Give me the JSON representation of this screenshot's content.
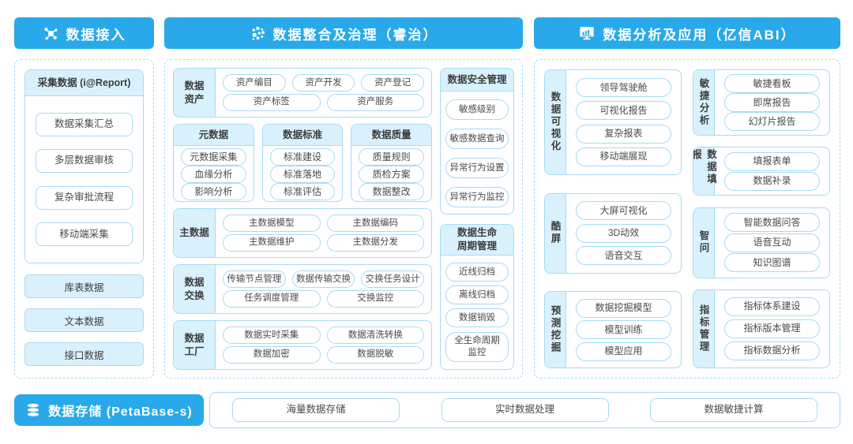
{
  "colors": {
    "accent": "#29A9E9",
    "light_fill": "#D9F1FC",
    "border": "#A5DBF3"
  },
  "header_bars": {
    "access": {
      "label": "数据接入"
    },
    "governance": {
      "label": "数据整合及治理（睿治）"
    },
    "analysis": {
      "label": "数据分析及应用（亿信ABI）"
    }
  },
  "access_panel": {
    "report_box": {
      "title": "采集数据 (i@Report)",
      "items": [
        "数据采集汇总",
        "多层数据审核",
        "复杂审批流程",
        "移动端采集"
      ]
    },
    "sources": [
      "库表数据",
      "文本数据",
      "接口数据"
    ]
  },
  "governance_panel": {
    "asset": {
      "label": "数据资产",
      "row1": [
        "资产编目",
        "资产开发",
        "资产登记"
      ],
      "row2": [
        "资产标签",
        "资产服务"
      ]
    },
    "metadata": {
      "title": "元数据",
      "items": [
        "元数据采集",
        "血缘分析",
        "影响分析"
      ]
    },
    "standard": {
      "title": "数据标准",
      "items": [
        "标准建设",
        "标准落地",
        "标准评估"
      ]
    },
    "quality": {
      "title": "数据质量",
      "items": [
        "质量规则",
        "质检方案",
        "数据整改"
      ]
    },
    "master": {
      "label": "主数据",
      "row1": [
        "主数据模型",
        "主数据编码"
      ],
      "row2": [
        "主数据维护",
        "主数据分发"
      ]
    },
    "exchange": {
      "label": "数据交换",
      "row1": [
        "传输节点管理",
        "数据传输交换",
        "交换任务设计"
      ],
      "row2": [
        "任务调度管理",
        "交换监控"
      ]
    },
    "factory": {
      "label": "数据工厂",
      "row1": [
        "数据实时采集",
        "数据清洗转换"
      ],
      "row2": [
        "数据加密",
        "数据脱敏"
      ]
    },
    "security": {
      "title": "数据安全管理",
      "items": [
        "敏感级别",
        "敏感数据查询",
        "异常行为设置",
        "异常行为监控"
      ]
    },
    "lifecycle": {
      "title": "数据生命周期管理",
      "items": [
        "近线归档",
        "离线归档",
        "数据销毁",
        "全生命周期监控"
      ]
    }
  },
  "analysis_panel": {
    "visualization": {
      "label": "数据可视化",
      "items": [
        "领导驾驶舱",
        "可视化报告",
        "复杂报表",
        "移动端展现"
      ]
    },
    "coolscreen": {
      "label": "酷屏",
      "items": [
        "大屏可视化",
        "3D动效",
        "语音交互"
      ]
    },
    "mining": {
      "label": "预测挖掘",
      "items": [
        "数据挖掘模型",
        "模型训练",
        "模型应用"
      ]
    },
    "agile": {
      "label": "敏捷分析",
      "items": [
        "敏捷看板",
        "即席报告",
        "幻灯片报告"
      ]
    },
    "filling": {
      "label": "数据填报",
      "items": [
        "填报表单",
        "数据补录"
      ]
    },
    "zhiwen": {
      "label": "智问",
      "items": [
        "智能数据问答",
        "语音互动",
        "知识图谱"
      ]
    },
    "indicator": {
      "label": "指标管理",
      "items": [
        "指标体系建设",
        "指标版本管理",
        "指标数据分析"
      ]
    }
  },
  "storage_bar": {
    "label": "数据存储 (PetaBase-s)"
  },
  "storage_panel": {
    "items": [
      "海量数据存储",
      "实时数据处理",
      "数据敏捷计算"
    ]
  }
}
